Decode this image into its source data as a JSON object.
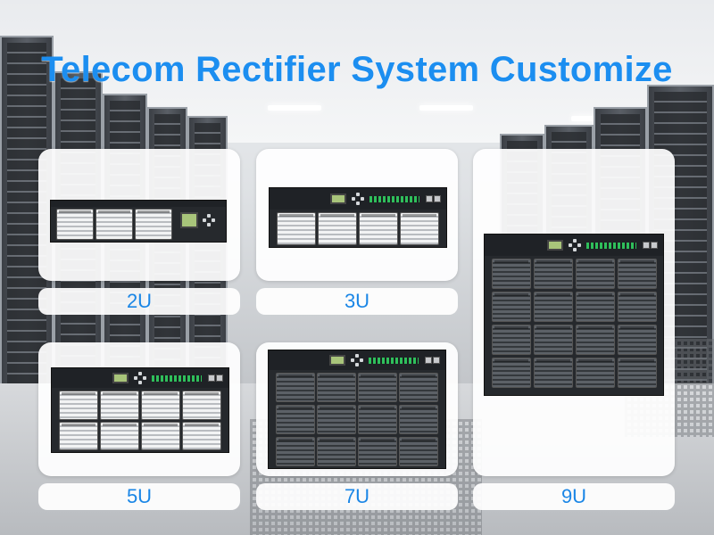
{
  "title": "Telecom Rectifier System Customize",
  "products": [
    {
      "label": "2U"
    },
    {
      "label": "3U"
    },
    {
      "label": "5U"
    },
    {
      "label": "7U"
    },
    {
      "label": "9U"
    }
  ],
  "colors": {
    "title": "#1c8ef0",
    "label_text": "#1a86e6",
    "card_bg": "#ffffff",
    "chassis": "#26292d"
  }
}
